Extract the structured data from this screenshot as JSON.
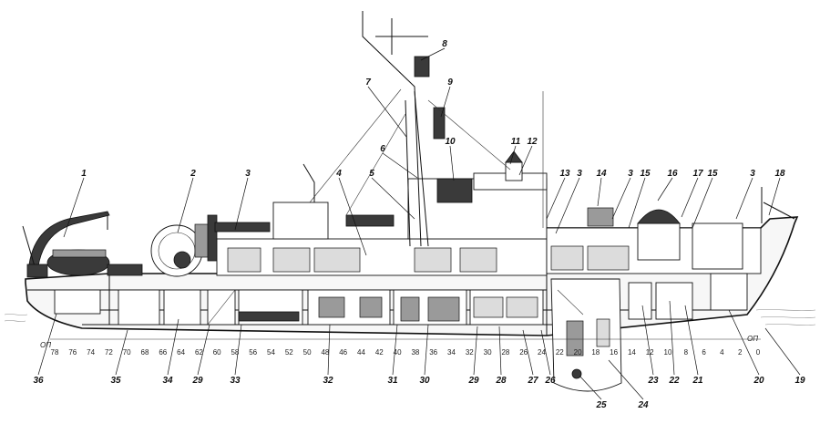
{
  "callouts": [
    "1",
    "2",
    "3",
    "4",
    "5",
    "6",
    "7",
    "8",
    "9",
    "10",
    "11",
    "12",
    "13",
    "3",
    "14",
    "3",
    "15",
    "16",
    "17",
    "15",
    "18",
    "3",
    "19",
    "20",
    "21",
    "22",
    "23",
    "24",
    "25",
    "26",
    "27",
    "28",
    "29",
    "30",
    "31",
    "32",
    "33",
    "29",
    "34",
    "35",
    "36"
  ],
  "frame_numbers": [
    "78",
    "76",
    "74",
    "72",
    "70",
    "68",
    "66",
    "64",
    "62",
    "60",
    "58",
    "56",
    "54",
    "52",
    "50",
    "48",
    "46",
    "44",
    "42",
    "40",
    "38",
    "36",
    "34",
    "32",
    "30",
    "28",
    "26",
    "24",
    "22",
    "20",
    "18",
    "16",
    "14",
    "12",
    "10",
    "8",
    "6",
    "4",
    "2",
    "0"
  ],
  "waterline_labels": {
    "aft": "ОП",
    "fwd": "ОП"
  }
}
